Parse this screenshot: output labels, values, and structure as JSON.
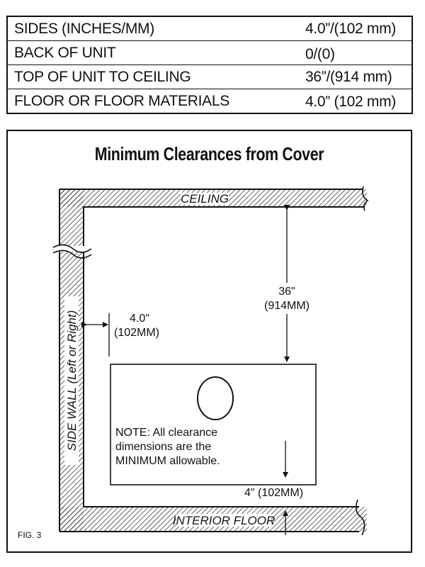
{
  "table": {
    "rows": [
      {
        "label": "SIDES (INCHES/MM)",
        "value": "4.0”/(102 mm)"
      },
      {
        "label": "BACK OF UNIT",
        "value": "0/(0)"
      },
      {
        "label": "TOP OF UNIT TO CEILING",
        "value": "36”/(914 mm)"
      },
      {
        "label": "FLOOR OR FLOOR MATERIALS",
        "value": "4.0” (102 mm)"
      }
    ]
  },
  "figure": {
    "title": "Minimum Clearances from Cover",
    "ceiling_label": "CEILING",
    "floor_label": "INTERIOR FLOOR",
    "side_wall_label": "SIDE WALL (Left or Right)",
    "top_dim_line1": "36\"",
    "top_dim_line2": "(914MM)",
    "side_dim_line1": "4.0\"",
    "side_dim_line2": "(102MM)",
    "bottom_dim": "4\" (102MM)",
    "note_line1": "NOTE: All clearance",
    "note_line2": "dimensions are the",
    "note_line3": "MINIMUM allowable.",
    "fig_label": "FIG. 3"
  }
}
